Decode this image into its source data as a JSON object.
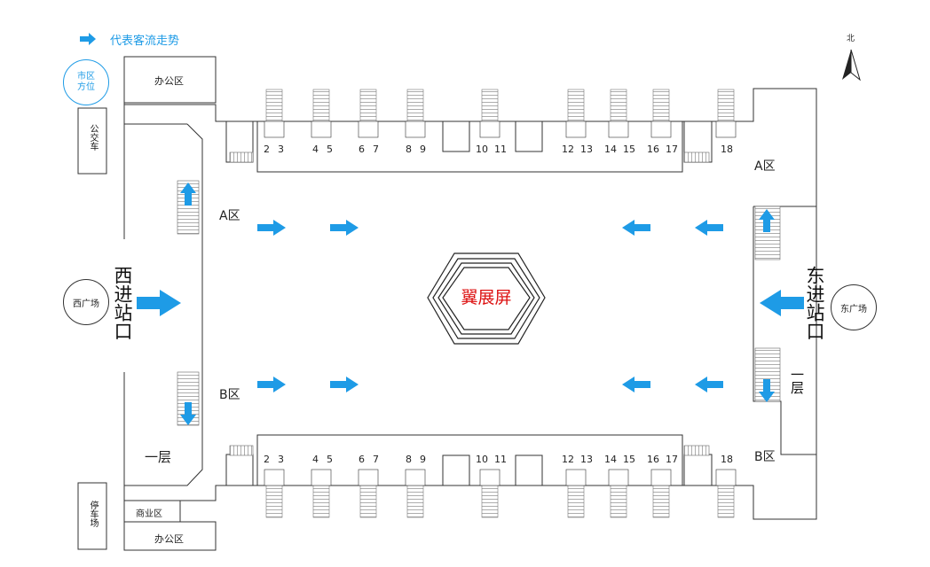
{
  "legend": {
    "text": "代表客流走势",
    "color": "#1e9be6"
  },
  "compass": {
    "label": "北"
  },
  "city": {
    "line1": "市区",
    "line2": "方位"
  },
  "places": {
    "bus": "公交车",
    "parking": "停车场",
    "office_top": "办公区",
    "office_bottom": "办公区",
    "commerce": "商业区",
    "west_square": "西广场",
    "east_square": "东广场"
  },
  "entrances": {
    "west": "西进站口",
    "east": "东进站口"
  },
  "floors": {
    "left": "一层",
    "right": "一层"
  },
  "zones": {
    "a_left": "A区",
    "b_left": "B区",
    "a_right": "A区",
    "b_right": "B区"
  },
  "gates": {
    "top": [
      "2",
      "3",
      "4",
      "5",
      "6",
      "7",
      "8",
      "9",
      "10",
      "11",
      "12",
      "13",
      "14",
      "15",
      "16",
      "17",
      "18"
    ],
    "bottom": [
      "2",
      "3",
      "4",
      "5",
      "6",
      "7",
      "8",
      "9",
      "10",
      "11",
      "12",
      "13",
      "14",
      "15",
      "16",
      "17",
      "18"
    ]
  },
  "screen": {
    "label": "翼展屏"
  },
  "colors": {
    "arrow": "#1e9be6",
    "screen_text": "#dd1111",
    "line": "#333333"
  }
}
